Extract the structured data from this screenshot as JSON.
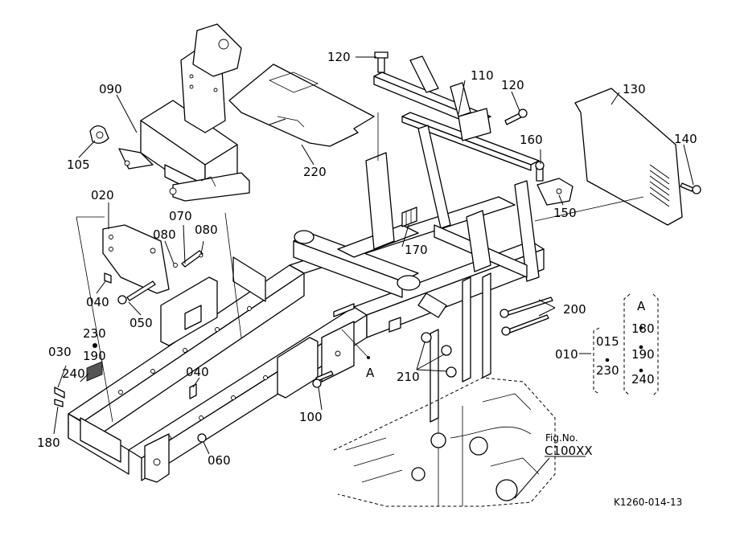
{
  "labels": {
    "p010": "010",
    "p015": "015",
    "p020": "020",
    "p030": "030",
    "p040a": "040",
    "p040b": "040",
    "p050": "050",
    "p060": "060",
    "p070": "070",
    "p080a": "080",
    "p080b": "080",
    "p090": "090",
    "p100": "100",
    "p105": "105",
    "p110": "110",
    "p120a": "120",
    "p120b": "120",
    "p130": "130",
    "p140": "140",
    "p150": "150",
    "p160": "160",
    "p170": "170",
    "p180a": "180",
    "p180b": "180",
    "p190a": "190",
    "p190b": "190",
    "p200": "200",
    "p210": "210",
    "p220": "220",
    "p230a": "230",
    "p230b": "230",
    "p240a": "240",
    "p240b": "240",
    "refA_frame": "A",
    "refA_group": "A"
  },
  "fig_ref": {
    "title": "Fig.No.",
    "number": "C100XX"
  },
  "drawing_code": "K1260-014-13"
}
